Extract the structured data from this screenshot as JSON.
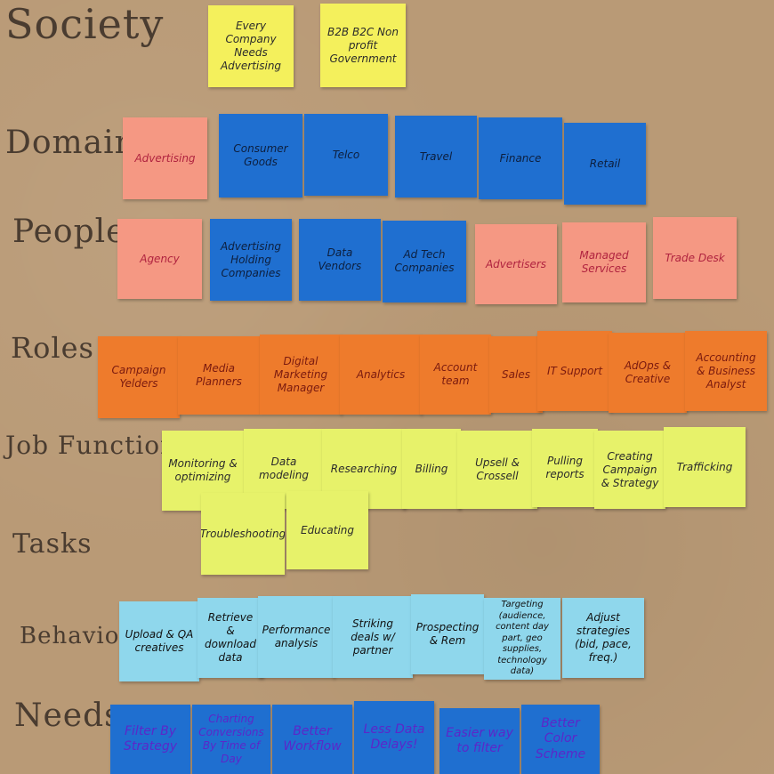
{
  "rows": [
    {
      "label": "Society",
      "notes": [
        "Every Company Needs Advertising",
        "B2B B2C Non profit Government"
      ]
    },
    {
      "label": "Domain",
      "notes": [
        "Advertising",
        "Consumer Goods",
        "Telco",
        "Travel",
        "Finance",
        "Retail"
      ]
    },
    {
      "label": "People",
      "notes": [
        "Agency",
        "Advertising Holding Companies",
        "Data Vendors",
        "Ad Tech Companies",
        "Advertisers",
        "Managed Services",
        "Trade Desk"
      ]
    },
    {
      "label": "Roles",
      "notes": [
        "Campaign Yelders",
        "Media Planners",
        "Digital Marketing Manager",
        "Analytics",
        "Account team",
        "Sales",
        "IT Support",
        "AdOps & Creative",
        "Accounting & Business Analyst"
      ]
    },
    {
      "label": "Job Functions",
      "notes": [
        "Monitoring & optimizing",
        "Data modeling",
        "Researching",
        "Billing",
        "Upsell & Crossell",
        "Pulling reports",
        "Creating Campaign & Strategy",
        "Trafficking"
      ]
    },
    {
      "label": "Tasks",
      "notes": [
        "Troubleshooting",
        "Educating"
      ]
    },
    {
      "label": "Behaviors",
      "notes": [
        "Upload & QA creatives",
        "Retrieve & download data",
        "Performance analysis",
        "Striking deals w/ partner",
        "Prospecting & Rem",
        "Targeting (audience, content day part, geo supplies, technology data)",
        "Adjust strategies (bid, pace, freq.)"
      ]
    },
    {
      "label": "Needs",
      "notes": [
        "Filter By Strategy",
        "Charting Conversions By Time of Day",
        "Better Workflow",
        "Less Data Delays!",
        "Easier way to filter",
        "Better Color Scheme"
      ]
    }
  ]
}
